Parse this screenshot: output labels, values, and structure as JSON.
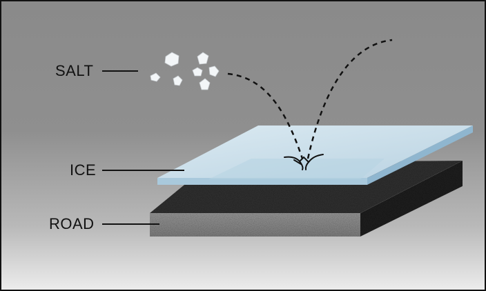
{
  "labels": {
    "salt": "SALT",
    "ice": "ICE",
    "road": "ROAD"
  },
  "colors": {
    "background_top": "#8a8a8a",
    "background_bottom": "#ececec",
    "ice_top": "#cfe3ee",
    "ice_edge": "#9ec3da",
    "road_top": "#2f2f2f",
    "road_front": "#8c8c8c",
    "road_side": "#1f1f1f",
    "salt": "#f4f7f9",
    "line": "#111111"
  },
  "icons": {
    "salt_crystals": "salt-crystals-icon",
    "crack": "crack-icon"
  }
}
